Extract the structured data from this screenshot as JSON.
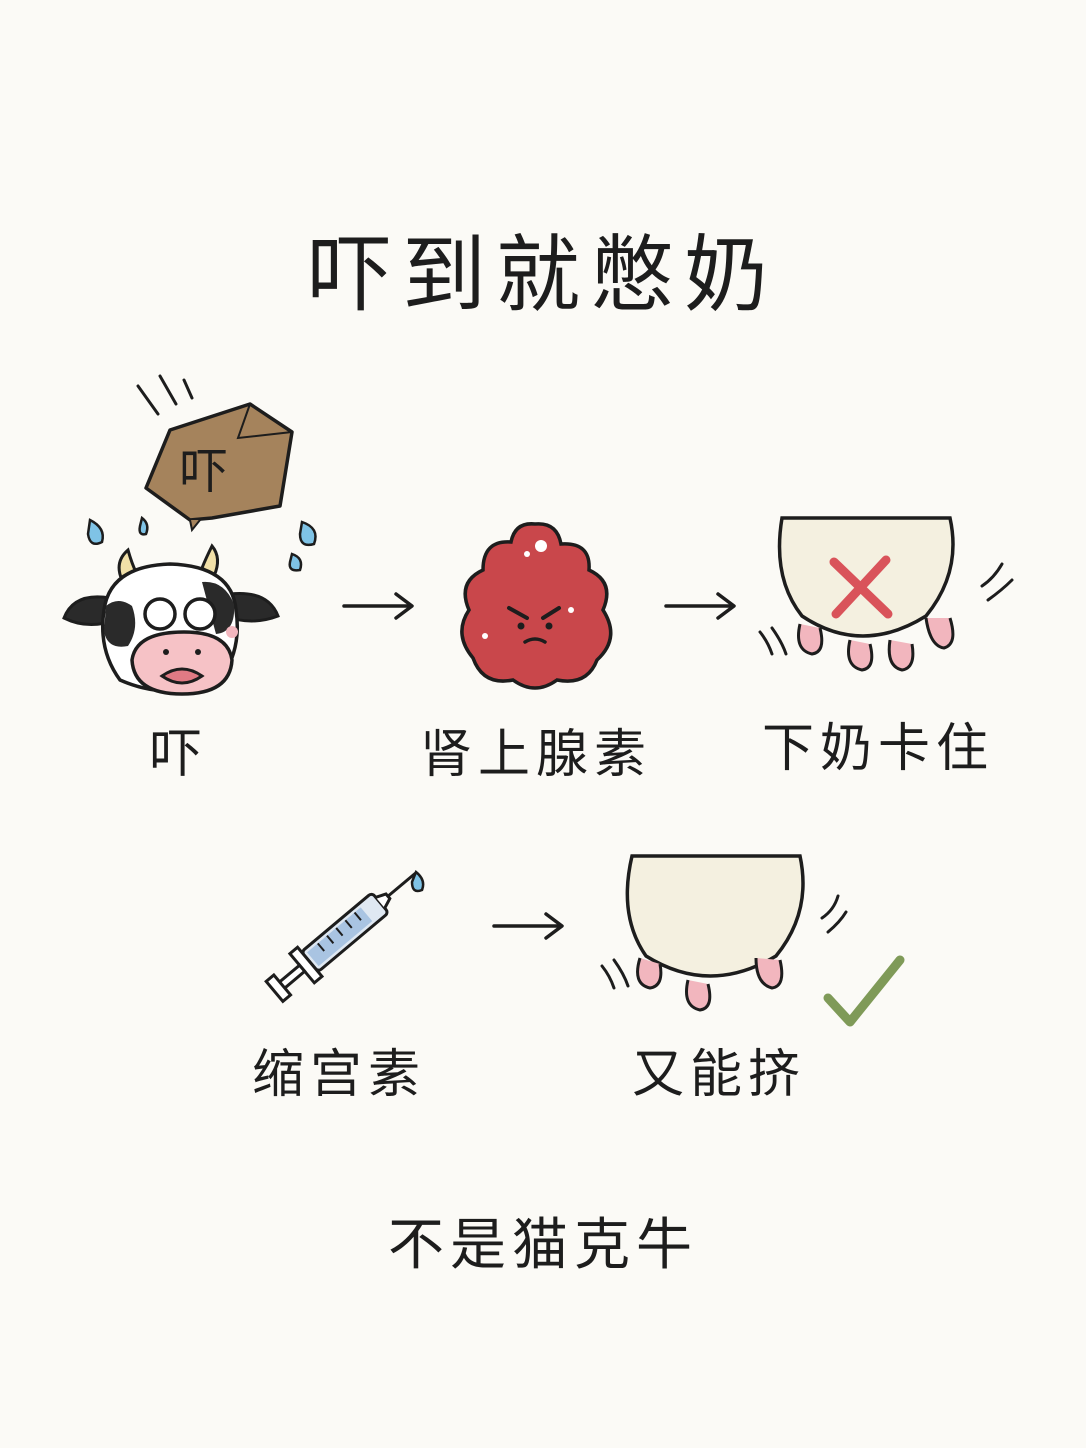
{
  "title": "吓到就憋奶",
  "row1": {
    "step1": {
      "label": "吓",
      "rock_text": "吓",
      "icon": "startled-cow-icon"
    },
    "step2": {
      "label": "肾上腺素",
      "icon": "adrenaline-blob-icon"
    },
    "step3": {
      "label": "下奶卡住",
      "icon": "blocked-udder-icon"
    }
  },
  "row2": {
    "step1": {
      "label": "缩宫素",
      "icon": "syringe-icon"
    },
    "step2": {
      "label": "又能挤",
      "icon": "flowing-udder-icon"
    }
  },
  "footer": "不是猫克牛",
  "colors": {
    "background": "#fbfaf6",
    "cross": "#d9535a",
    "check": "#7f9a58",
    "udder": "#f4f0e0",
    "teat": "#f2b6be",
    "adrenaline": "#c9474b",
    "rock": "#a5835c"
  }
}
